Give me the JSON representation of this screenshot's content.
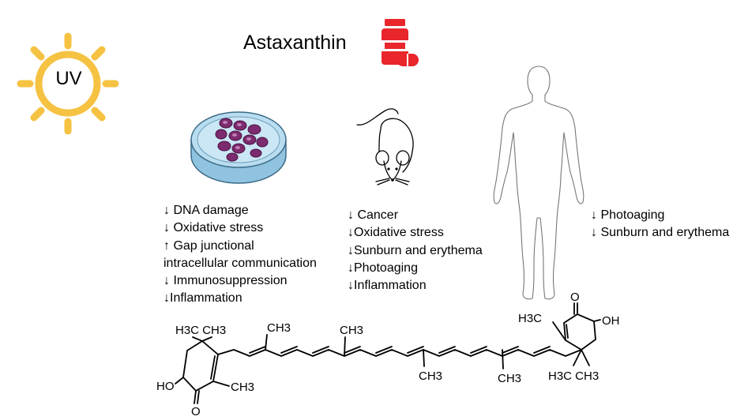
{
  "title": "Astaxanthin",
  "sun": {
    "label": "UV",
    "color": "#F5C242"
  },
  "pill_icon": {
    "name": "pill-bottle-icon",
    "color": "#E8262B"
  },
  "cell_culture": {
    "icon": "petri-dish-icon",
    "effects": [
      "↓ DNA damage",
      "↓ Oxidative stress",
      "↑ Gap junctional",
      "intracellular communication",
      "↓ Immunosuppression",
      "↓Inflammation"
    ]
  },
  "mouse": {
    "icon": "mouse-icon",
    "effects": [
      "↓ Cancer",
      "↓Oxidative stress",
      "↓Sunburn and erythema",
      "↓Photoaging",
      "↓Inflammation"
    ]
  },
  "human": {
    "icon": "human-silhouette-icon",
    "effects": [
      "↓ Photoaging",
      "↓ Sunburn and erythema"
    ]
  },
  "structure": {
    "left_ring": {
      "gem_dimethyl": "H3C CH3",
      "hydroxyl": "HO",
      "ketone": "O",
      "methyl": "CH3"
    },
    "chain_methyls": [
      "CH3",
      "CH3",
      "CH3",
      "CH3"
    ],
    "right_ring": {
      "methyl": "H3C",
      "ketone": "O",
      "hydroxyl": "OH",
      "gem_dimethyl": "H3C CH3"
    }
  }
}
